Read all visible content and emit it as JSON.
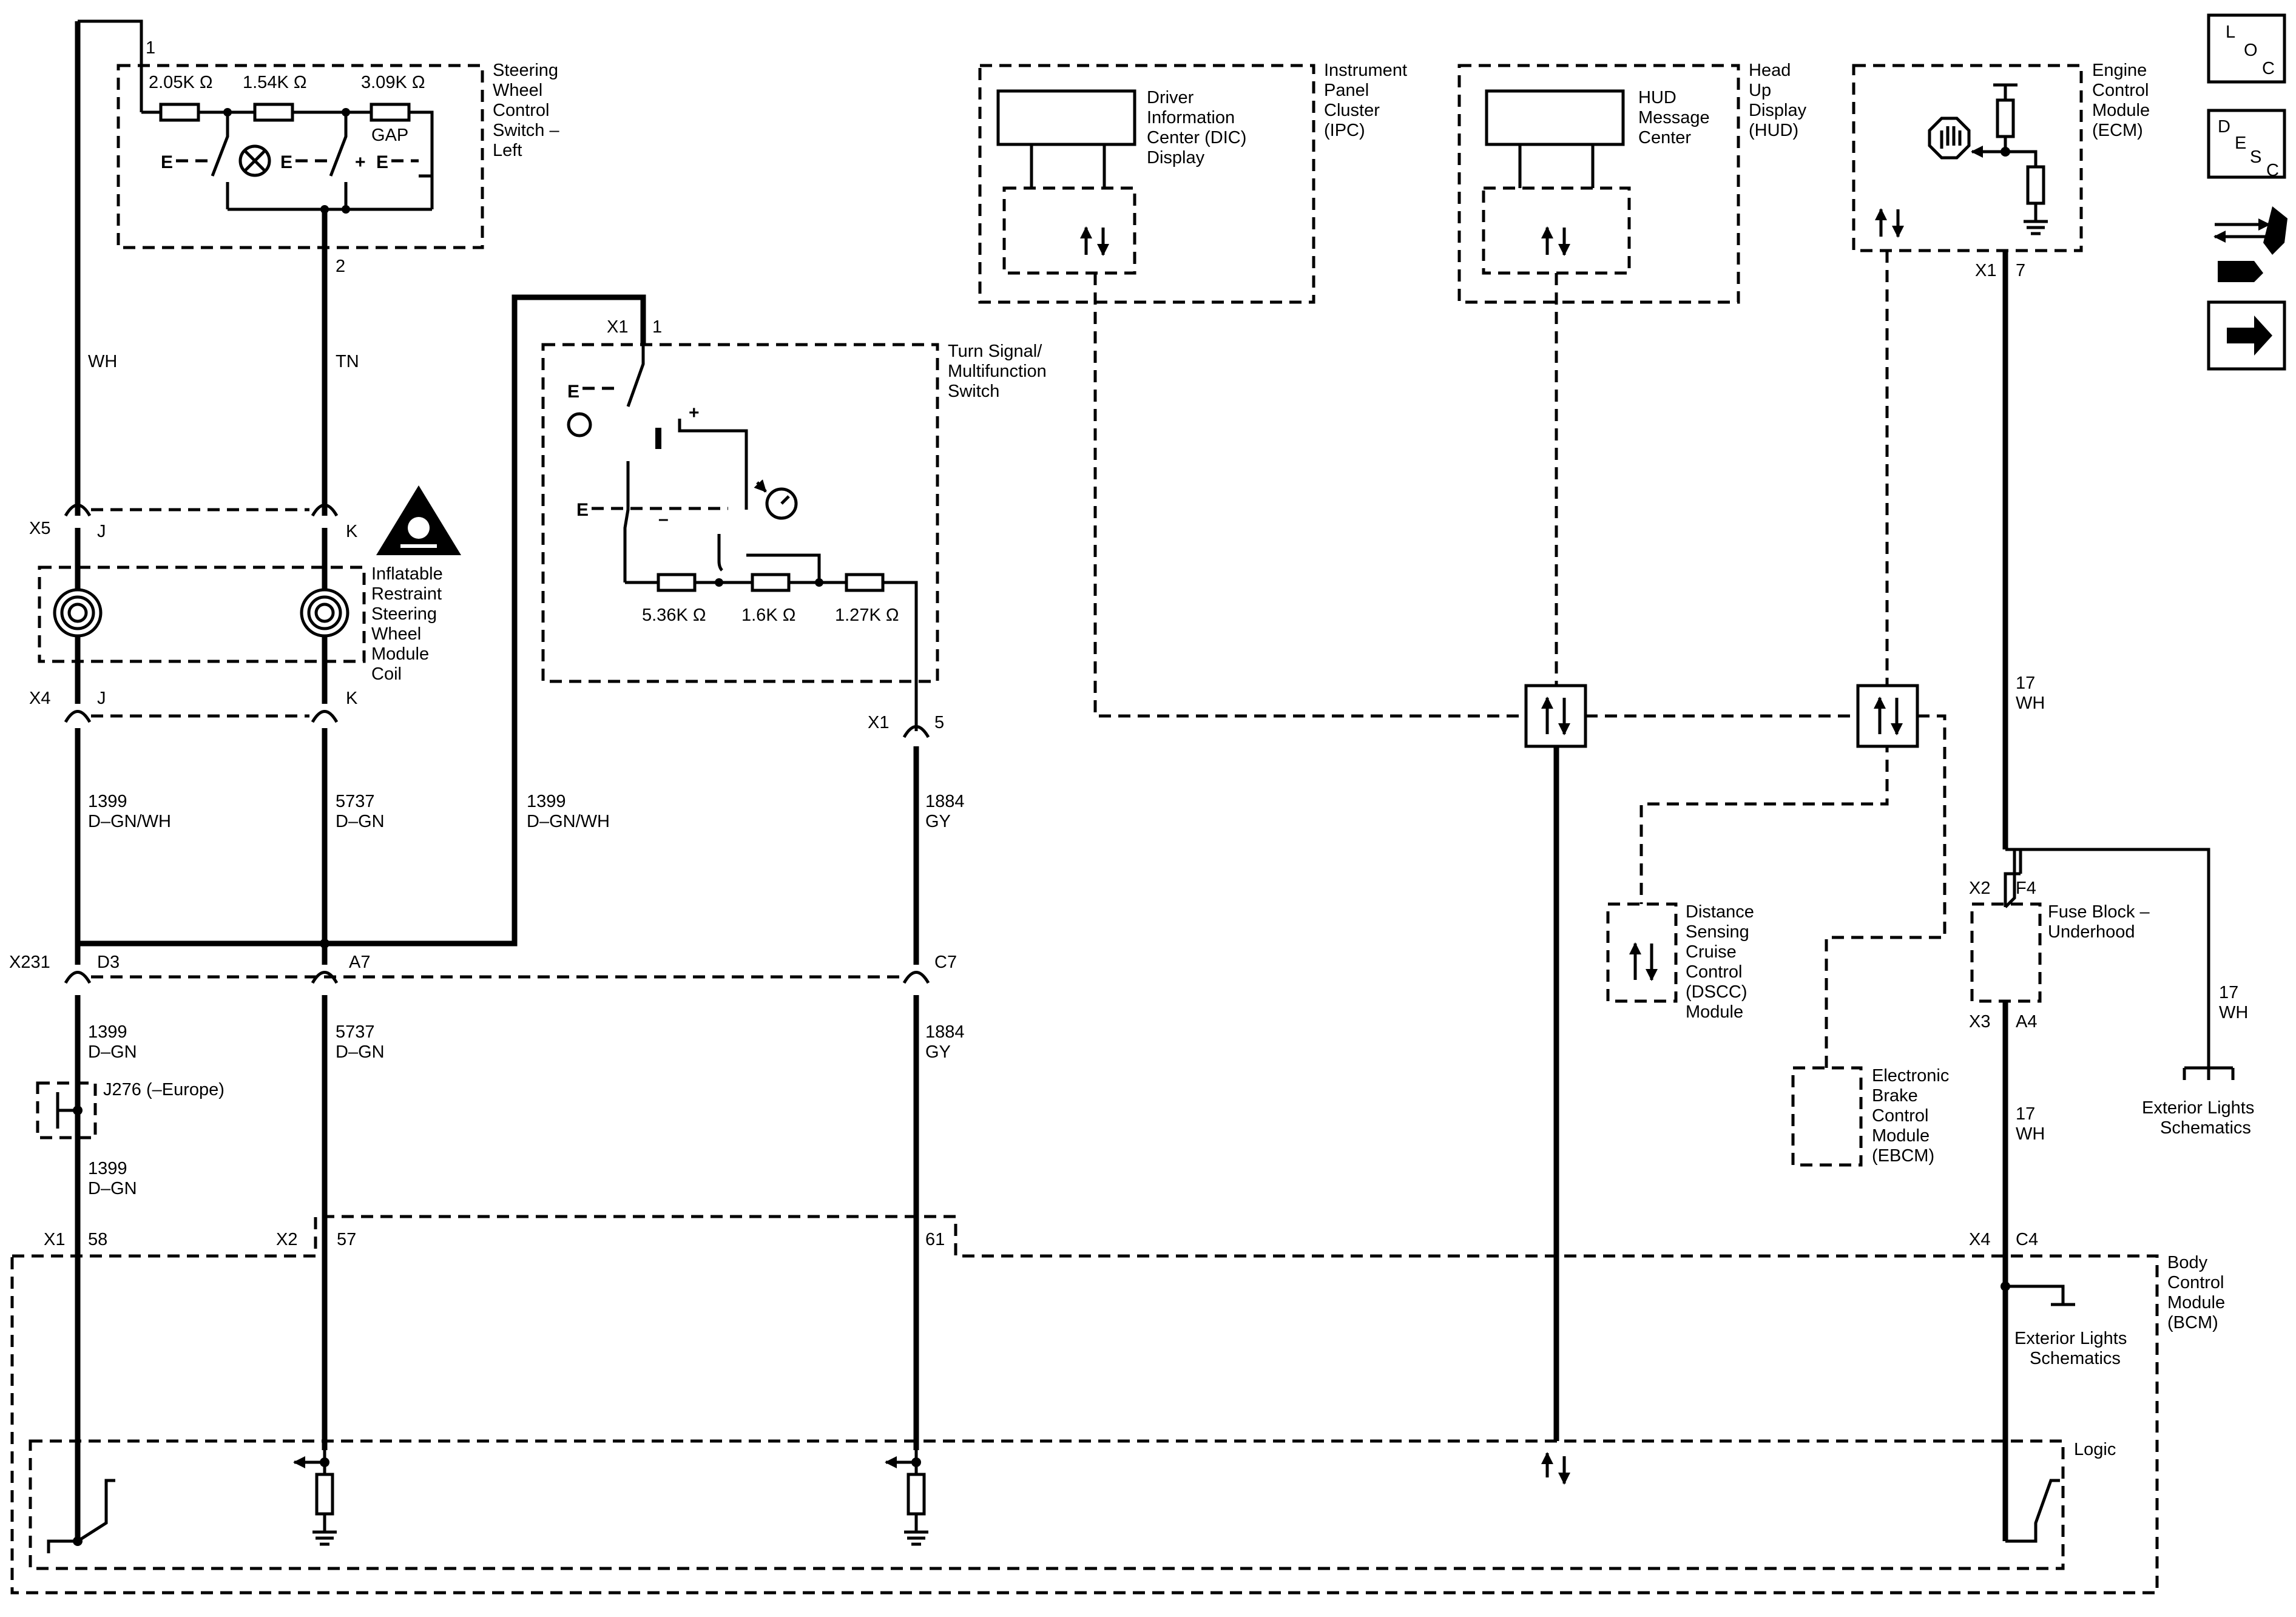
{
  "components": {
    "swcs_left": [
      "Steering",
      "Wheel",
      "Control",
      "Switch –",
      "Left"
    ],
    "irswm_coil": [
      "Inflatable",
      "Restraint",
      "Steering",
      "Wheel",
      "Module",
      "Coil"
    ],
    "turn_signal": [
      "Turn Signal/",
      "Multifunction",
      "Switch"
    ],
    "ipc": [
      "Instrument",
      "Panel",
      "Cluster",
      "(IPC)"
    ],
    "dic": [
      "Driver",
      "Information",
      "Center (DIC)",
      "Display"
    ],
    "hud": [
      "Head",
      "Up",
      "Display",
      "(HUD)"
    ],
    "hud_msg": [
      "HUD",
      "Message",
      "Center"
    ],
    "ecm": [
      "Engine",
      "Control",
      "Module",
      "(ECM)"
    ],
    "dscc": [
      "Distance",
      "Sensing",
      "Cruise",
      "Control",
      "(DSCC)",
      "Module"
    ],
    "ebcm": [
      "Electronic",
      "Brake",
      "Control",
      "Module",
      "(EBCM)"
    ],
    "fuse_block": [
      "Fuse Block –",
      "Underhood"
    ],
    "ext_lights_1": [
      "Exterior Lights",
      "Schematics"
    ],
    "ext_lights_2": [
      "Exterior Lights",
      "Schematics"
    ],
    "bcm": [
      "Body",
      "Control",
      "Module",
      "(BCM)"
    ],
    "logic": "Logic"
  },
  "resistors": {
    "r1": "2.05K Ω",
    "r2": "1.54K Ω",
    "r3": "3.09K Ω",
    "gap": "GAP",
    "r4": "5.36K Ω",
    "r5": "1.6K Ω",
    "r6": "1.27K Ω"
  },
  "pins": {
    "p1": "1",
    "p2": "2",
    "x5": "X5",
    "x5j": "J",
    "x5k": "K",
    "x4": "X4",
    "x4j": "J",
    "x4k": "K",
    "x1_ts": "X1",
    "x1_ts_1": "1",
    "x1_ts5": "X1",
    "x1_ts5_n": "5",
    "x231": "X231",
    "d3": "D3",
    "a7": "A7",
    "c7": "C7",
    "j276": "J276 (–Europe)",
    "bcm_x1": "X1",
    "bcm_58": "58",
    "bcm_x2": "X2",
    "bcm_57": "57",
    "bcm_61": "61",
    "ecm_x1": "X1",
    "ecm_7": "7",
    "fb_x2": "X2",
    "fb_f4": "F4",
    "fb_x3": "X3",
    "fb_a4": "A4",
    "bcm_x4": "X4",
    "bcm_c4": "C4"
  },
  "wires": {
    "wh": "WH",
    "tn": "TN",
    "w1399a_n": "1399",
    "w1399a_c": "D–GN/WH",
    "w5737a_n": "5737",
    "w5737a_c": "D–GN",
    "w1399b_n": "1399",
    "w1399b_c": "D–GN/WH",
    "w1884a_n": "1884",
    "w1884a_c": "GY",
    "w1399c_n": "1399",
    "w1399c_c": "D–GN",
    "w5737b_n": "5737",
    "w5737b_c": "D–GN",
    "w1884b_n": "1884",
    "w1884b_c": "GY",
    "w1399d_n": "1399",
    "w1399d_c": "D–GN",
    "w17a_n": "17",
    "w17a_c": "WH",
    "w17b_n": "17",
    "w17b_c": "WH",
    "w17c_n": "17",
    "w17c_c": "WH"
  },
  "nav": {
    "loc": [
      "L",
      "O",
      "C"
    ],
    "desc": [
      "D",
      "E",
      "S",
      "C"
    ]
  }
}
